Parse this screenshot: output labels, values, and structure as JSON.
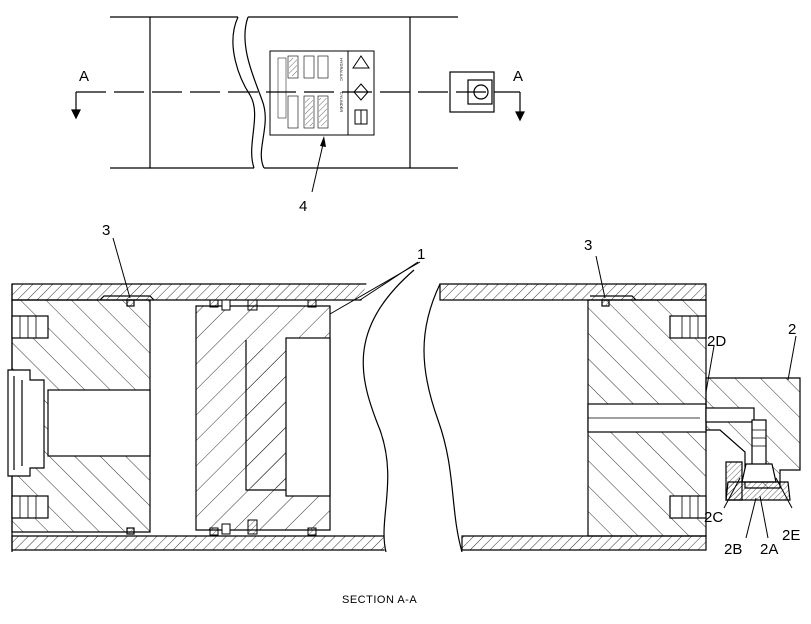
{
  "section_markers": {
    "left": "A",
    "right": "A"
  },
  "callouts": {
    "c1": "1",
    "c2": "2",
    "c3_left": "3",
    "c3_right": "3",
    "c4": "4",
    "c2a": "2A",
    "c2b": "2B",
    "c2c": "2C",
    "c2d": "2D",
    "c2e": "2E"
  },
  "caption": "SECTION A-A",
  "decal_text": {
    "line1": "HYDRAULIC",
    "line2": "CYLINDER"
  }
}
